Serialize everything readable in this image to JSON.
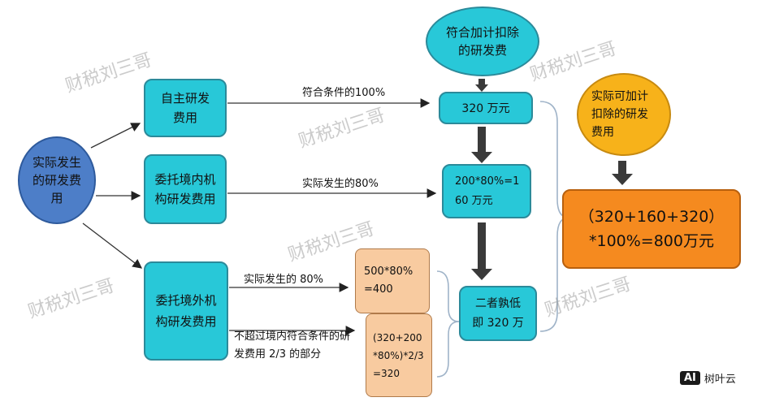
{
  "source": {
    "label": "实际发生的研发费用"
  },
  "categories": [
    {
      "label": "自主研发费用",
      "arrow_label": "符合条件的100%"
    },
    {
      "label": "委托境内机构研发费用",
      "arrow_label": "实际发生的80%"
    },
    {
      "label": "委托境外机构研发费用",
      "arrow_label_1": "实际发生的 80%",
      "arrow_label_2": "不超过境内符合条件的研发费用 2/3 的部分"
    }
  ],
  "deductible_ellipse": {
    "label": "符合加计扣除的研发费"
  },
  "results": [
    {
      "label": "320 万元"
    },
    {
      "label": "200*80%=160 万元"
    },
    {
      "label": "二者孰低即 320 万"
    }
  ],
  "overseas_calc": [
    {
      "label": "500*80%=400"
    },
    {
      "label": "(320+200*80%)*2/3=320"
    }
  ],
  "final_ellipse": {
    "label": "实际可加计扣除的研发费用"
  },
  "final_result": {
    "line1": "（320+160+320）",
    "line2": "*100%=800万元"
  },
  "watermark": "财税刘三哥",
  "brand": {
    "icon": "AI",
    "text": "树叶云"
  },
  "colors": {
    "teal": "#28c8d8",
    "blue": "#4d7ec8",
    "orange": "#f58a1f",
    "yellow": "#f7b21a",
    "peach": "#f8cba0"
  }
}
